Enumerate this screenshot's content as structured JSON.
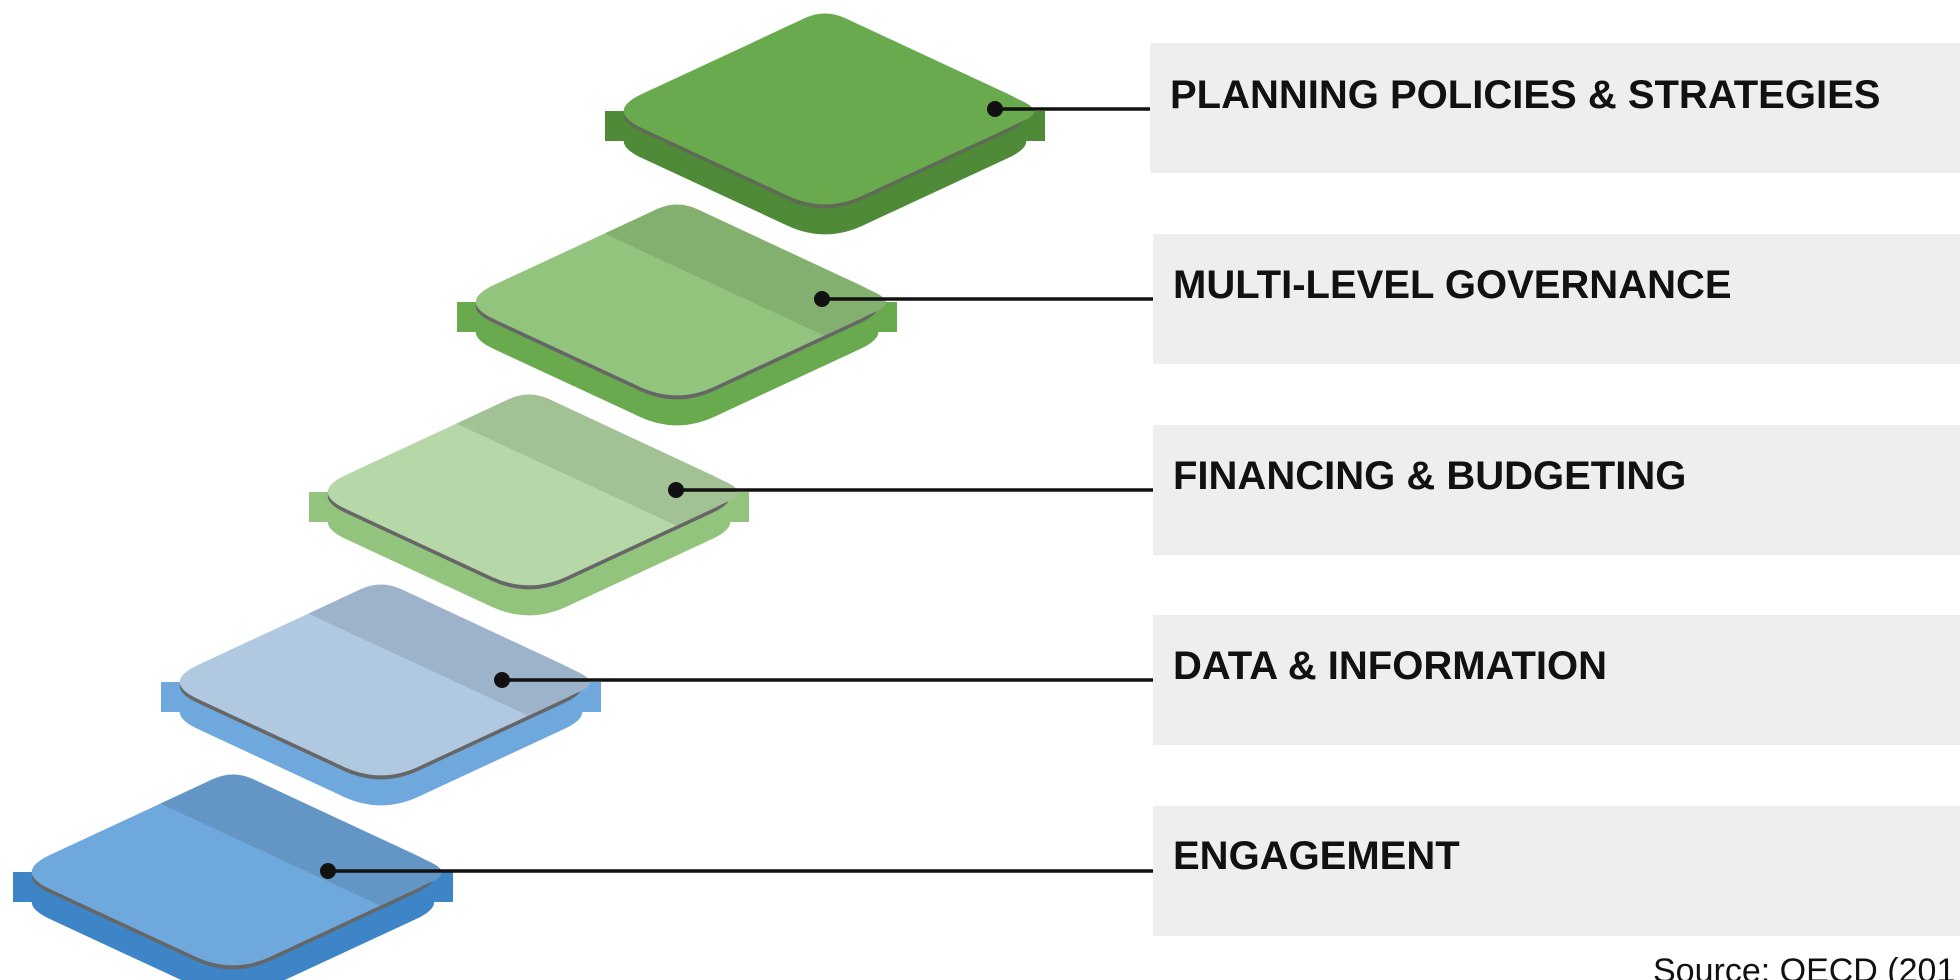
{
  "layers": [
    {
      "label": "PLANNING POLICIES & STRATEGIES",
      "colors": {
        "top": "#6aaa4f",
        "top_shade": "#6aaa4f",
        "side": "#4e8a38",
        "edge": "#5f6b55"
      }
    },
    {
      "label": "MULTI-LEVEL GOVERNANCE",
      "colors": {
        "top": "#93c47d",
        "top_shade": "#84b06f",
        "side": "#6aaa4f",
        "edge": "#666666"
      }
    },
    {
      "label": "FINANCING & BUDGETING",
      "colors": {
        "top": "#b6d7a8",
        "top_shade": "#a2c295",
        "side": "#93c47d",
        "edge": "#666666"
      }
    },
    {
      "label": "DATA & INFORMATION",
      "colors": {
        "top": "#b0c8e0",
        "top_shade": "#9cb3c9",
        "side": "#6fa8dc",
        "edge": "#666666"
      }
    },
    {
      "label": "ENGAGEMENT",
      "colors": {
        "top": "#6fa8dc",
        "top_shade": "#6396c4",
        "side": "#3d85c6",
        "edge": "#666666"
      }
    }
  ],
  "label_box_color": "#eeeeee",
  "connector_color": "#111111",
  "source": "Source: OECD (201"
}
